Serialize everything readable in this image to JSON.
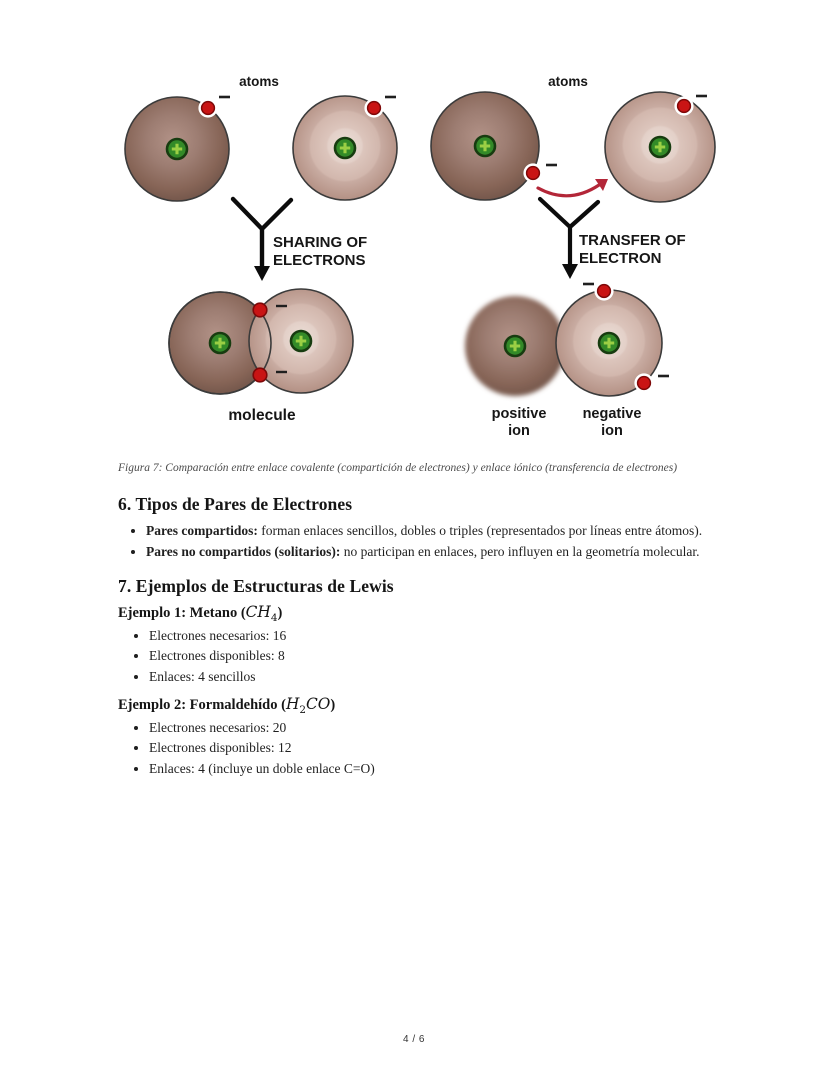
{
  "page": {
    "footer": "4 / 6",
    "background": "#ffffff"
  },
  "figure": {
    "caption": "Figura 7: Comparación entre enlace covalente (compartición de electrones) y enlace iónico (transferencia de electrones)",
    "labels": {
      "atoms_left": "atoms",
      "atoms_right": "atoms",
      "sharing_1": "SHARING OF",
      "sharing_2": "ELECTRONS",
      "transfer_1": "TRANSFER OF",
      "transfer_2": "ELECTRON",
      "molecule": "molecule",
      "positive_1": "positive",
      "positive_2": "ion",
      "negative_1": "negative",
      "negative_2": "ion"
    },
    "colors": {
      "electron_red": "#c91414",
      "nucleus_green": "#338a28",
      "nucleus_plus_green": "#9bcf44",
      "atom_dark_brown": "#97776d",
      "atom_light_pink": "#dcc3ba",
      "arrow_black": "#0c0c0c",
      "transfer_arrow_red": "#b32638"
    }
  },
  "sections": {
    "s6": {
      "heading": "6. Tipos de Pares de Electrones",
      "bullets": [
        {
          "bold": "Pares compartidos:",
          "rest": " forman enlaces sencillos, dobles o triples (representados por líneas entre átomos)."
        },
        {
          "bold": "Pares no compartidos (solitarios):",
          "rest": " no participan en enlaces, pero influyen en la geometría molecular."
        }
      ]
    },
    "s7": {
      "heading": "7. Ejemplos de Estructuras de Lewis",
      "examples": [
        {
          "prefix": "Ejemplo 1: Metano (",
          "f1": "CH",
          "sub": "4",
          "f2": "",
          "suffix": ")",
          "bullets": [
            "Electrones necesarios: 16",
            "Electrones disponibles: 8",
            "Enlaces: 4 sencillos"
          ]
        },
        {
          "prefix": "Ejemplo 2: Formaldehído (",
          "f1": "H",
          "sub": "2",
          "f2": "CO",
          "suffix": ")",
          "bullets": [
            "Electrones necesarios: 20",
            "Electrones disponibles: 12",
            "Enlaces: 4 (incluye un doble enlace C=O)"
          ]
        }
      ]
    }
  }
}
